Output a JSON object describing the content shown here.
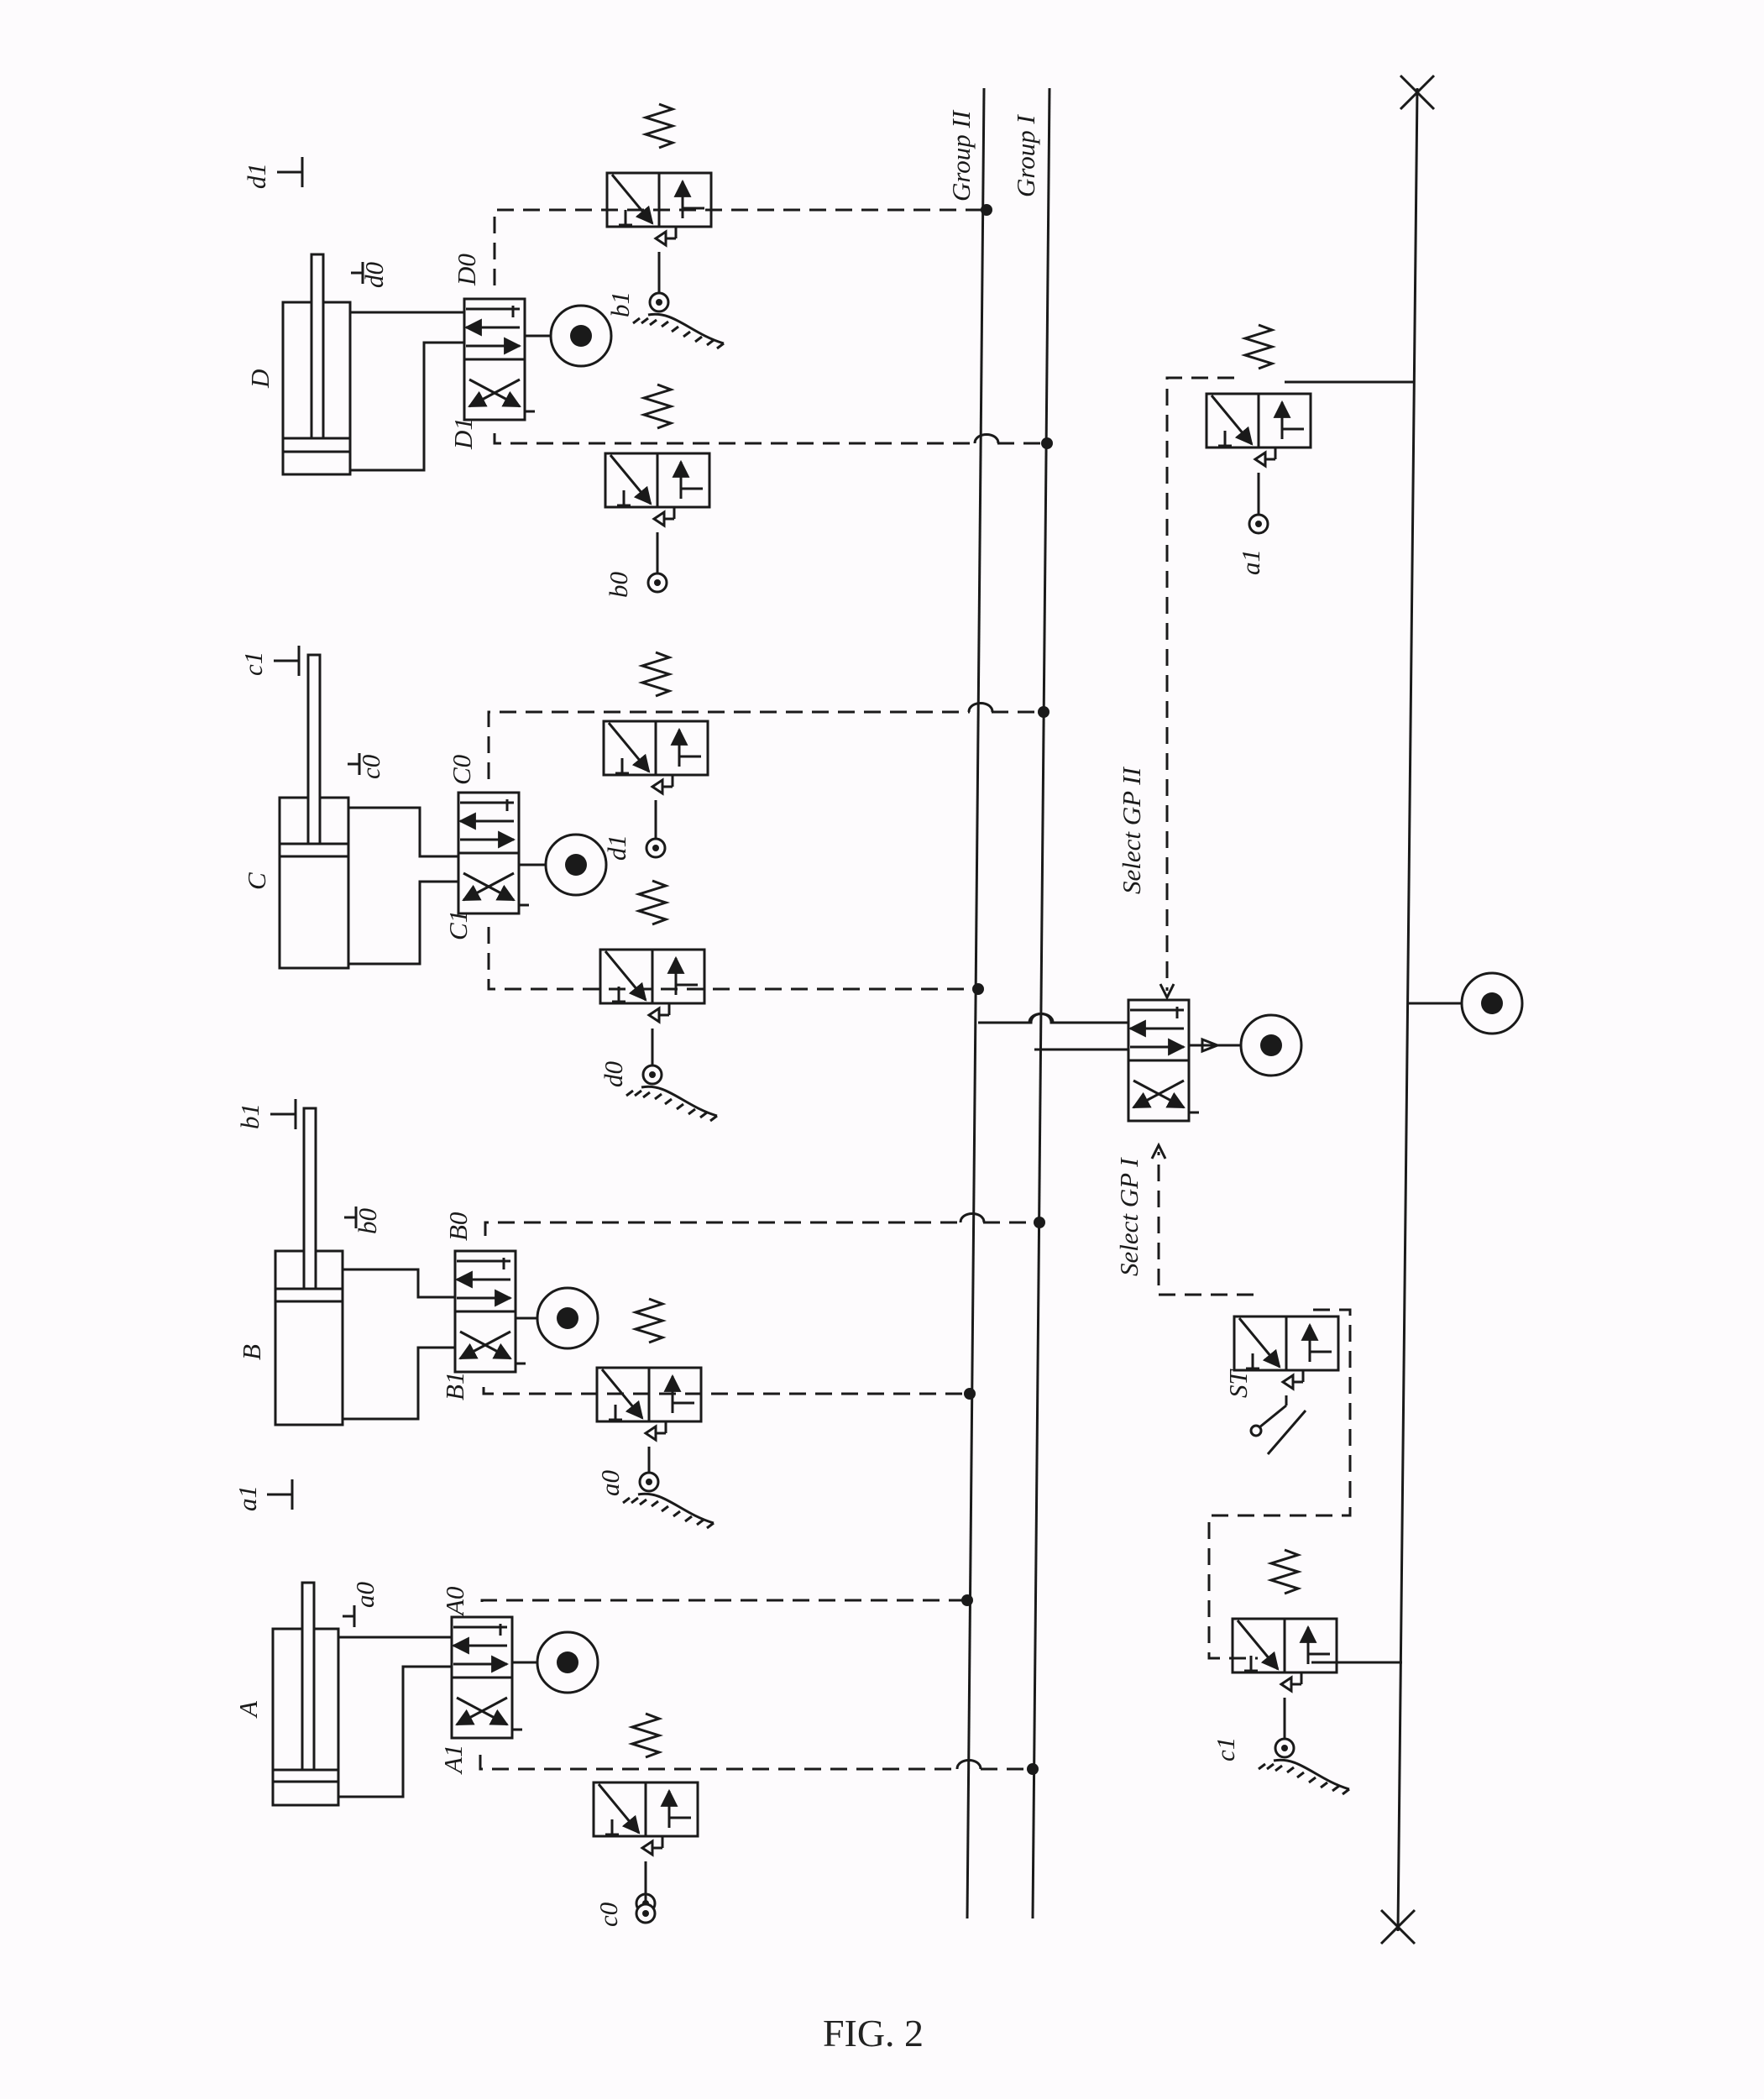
{
  "figure": {
    "caption": "FIG. 2"
  },
  "cylinders": [
    {
      "name": "A",
      "limit_low": "a0",
      "limit_high": "a1"
    },
    {
      "name": "B",
      "limit_low": "b0",
      "limit_high": "b1"
    },
    {
      "name": "C",
      "limit_low": "c0",
      "limit_high": "c1"
    },
    {
      "name": "D",
      "limit_low": "d0",
      "limit_high": "d1"
    }
  ],
  "valve_pilots": {
    "A": {
      "left": "A1",
      "right": "A0"
    },
    "B": {
      "left": "B1",
      "right": "B0"
    },
    "C": {
      "left": "C1",
      "right": "C0"
    },
    "D": {
      "left": "D1",
      "right": "D0"
    }
  },
  "limit_valves": [
    "c0",
    "a0",
    "d0",
    "d1",
    "b0",
    "b1",
    "a1",
    "c1"
  ],
  "groups": {
    "group_2": "Group II",
    "group_1": "Group I"
  },
  "selector": {
    "select_gp2": "Select GP II",
    "select_gp1": "Select GP I"
  },
  "start_valve": "ST"
}
